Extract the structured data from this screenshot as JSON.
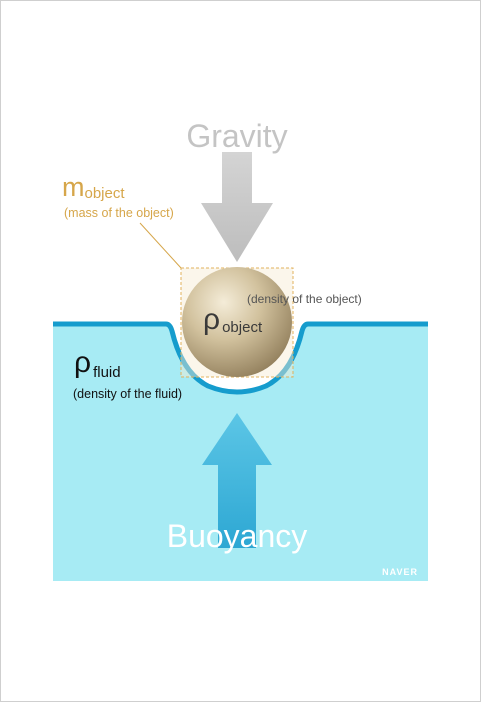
{
  "gravity": {
    "label": "Gravity"
  },
  "mass": {
    "symbol": "m",
    "subscript": "object",
    "caption": "(mass of the object)"
  },
  "object": {
    "symbol": "ρ",
    "subscript": "object",
    "caption": "(density of the object)"
  },
  "fluid": {
    "symbol": "ρ",
    "subscript": "fluid",
    "caption": "(density of the fluid)"
  },
  "buoyancy": {
    "label": "Buoyancy"
  },
  "watermark": "NAVER",
  "colors": {
    "fluid_fill": "#a7ebf4",
    "fluid_surface": "#159ccd",
    "mass_label": "#d6a64a",
    "gravity_arrow": "#c8c8c8",
    "buoyancy_arrow": "#3fb3d7",
    "sphere": "#c9b794"
  }
}
